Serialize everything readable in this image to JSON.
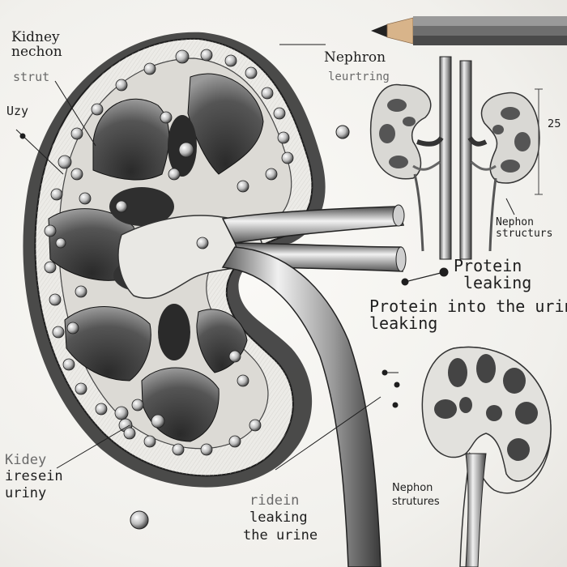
{
  "labels": {
    "kidney_nechon": [
      "Kidney",
      "nechon"
    ],
    "strut": "strut",
    "uzy": "Uzy",
    "nephron_top": "Nephron",
    "leurtring": "leurtring",
    "scale_25": "25",
    "nephon_structurs": [
      "Nephon",
      "structurs"
    ],
    "protein_leaking_1": [
      "Protein",
      "leaking"
    ],
    "protein_leaking_2": [
      "Protein",
      "leaking"
    ],
    "into_the_urin": "into the urin",
    "kidey_iresein_uriny": [
      "Kidey",
      "iresein",
      "uriny"
    ],
    "rideln_leaking_urine": [
      "ridein",
      "leaking",
      "the urine"
    ],
    "nephon_strutures": [
      "Nephon",
      "strutures"
    ]
  },
  "colors": {
    "ink": "#1e1e1e",
    "graphite": "#3a3a3a",
    "paper": "#f4f3f0",
    "pencil_wood": "#d8b48a",
    "pencil_body": "#6e6e6e"
  },
  "icons": [
    "pencil-icon"
  ]
}
